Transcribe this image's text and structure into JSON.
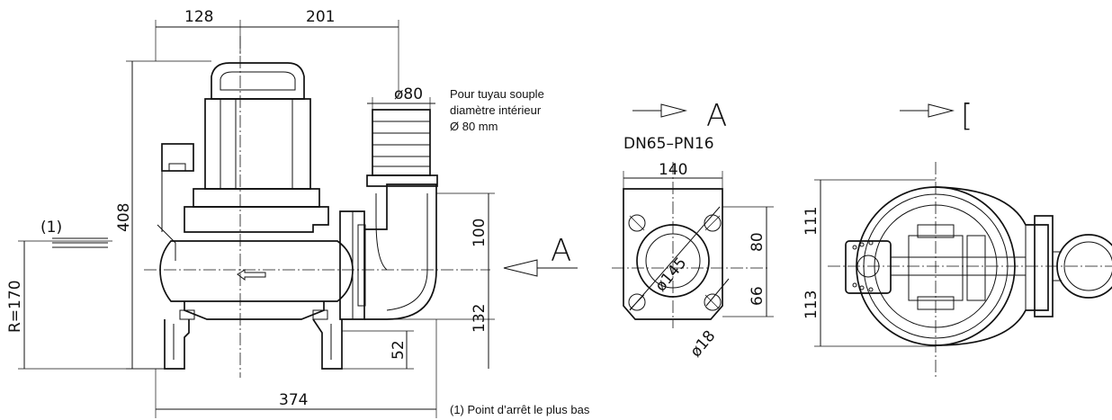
{
  "dimensions": {
    "d128": "128",
    "d201": "201",
    "d408": "408",
    "d80dia": "ø80",
    "d100": "100",
    "d132": "132",
    "d52": "52",
    "d374": "374",
    "dR170": "R=170",
    "d140": "140",
    "d80": "80",
    "d66": "66",
    "d145": "ø145",
    "d18": "ø18",
    "d111": "111",
    "d113": "113"
  },
  "labels": {
    "note_marker": "(1)",
    "hose_line1": "Pour tuyau souple",
    "hose_line2": "diamètre intérieur",
    "hose_line3": "Ø 80 mm",
    "flange_title": "DN65–PN16",
    "view_A_left": "A",
    "view_A_top": "A",
    "view_C_top": "[",
    "footnote": "(1) Point d’arrêt le plus bas"
  }
}
